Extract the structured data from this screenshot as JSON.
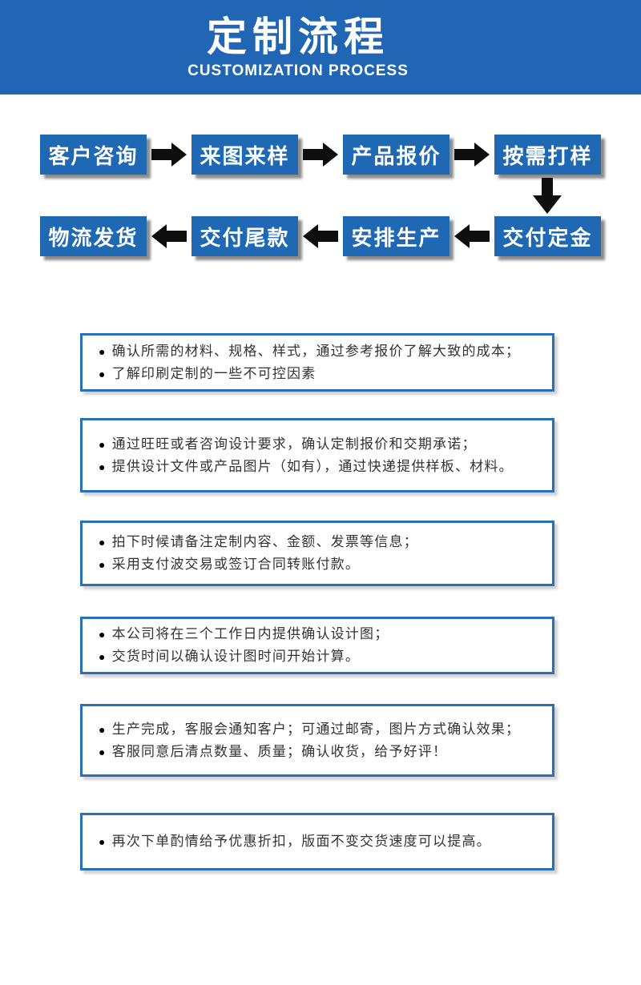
{
  "header": {
    "title": "定制流程",
    "subtitle": "CUSTOMIZATION PROCESS"
  },
  "flow": {
    "row1": [
      "客户咨询",
      "来图来样",
      "产品报价",
      "按需打样"
    ],
    "row2": [
      "物流发货",
      "交付尾款",
      "安排生产",
      "交付定金"
    ]
  },
  "bullet_icon": "●",
  "steps": [
    {
      "lines": [
        "确认所需的材料、规格、样式，通过参考报价了解大致的成本；",
        "了解印刷定制的一些不可控因素"
      ]
    },
    {
      "lines": [
        "通过旺旺或者咨询设计要求，确认定制报价和交期承诺；",
        "提供设计文件或产品图片（如有），通过快递提供样板、材料。"
      ]
    },
    {
      "lines": [
        "拍下时候请备注定制内容、金额、发票等信息；",
        "采用支付波交易或签订合同转账付款。"
      ]
    },
    {
      "lines": [
        "本公司将在三个工作日内提供确认设计图；",
        "交货时间以确认设计图时间开始计算。"
      ]
    },
    {
      "lines": [
        "生产完成，客服会通知客户；可通过邮寄，图片方式确认效果；",
        "客服同意后清点数量、质量；确认收货，给予好评！"
      ]
    },
    {
      "lines": [
        "再次下单酌情给予优惠折扣，版面不变交货速度可以提高。"
      ]
    }
  ],
  "colors": {
    "banner_blue": "#2066b4",
    "box_blue": "#1f69b4",
    "border_blue": "#2a6fba",
    "arrow_black": "#0e0e0e",
    "text": "#333333"
  }
}
